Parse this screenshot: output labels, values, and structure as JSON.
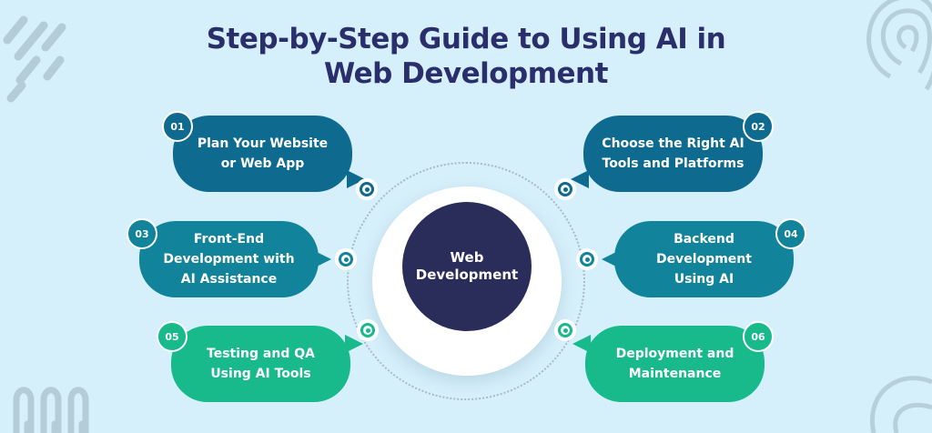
{
  "title": {
    "line1": "Step-by-Step Guide to Using AI in",
    "line2": "Web Development"
  },
  "center": {
    "label": "Web Development"
  },
  "colors": {
    "background": "#d6f0fb",
    "title": "#2a2e6b",
    "center": "#2a2d5a",
    "step_dark": "#0e6a8e",
    "step_mid": "#11839a",
    "step_green": "#18b98a"
  },
  "steps": [
    {
      "number": "01",
      "label": "Plan Your Website\nor Web App"
    },
    {
      "number": "02",
      "label": "Choose the Right AI\nTools and Platforms"
    },
    {
      "number": "03",
      "label": "Front-End\nDevelopment with\nAI Assistance"
    },
    {
      "number": "04",
      "label": "Backend\nDevelopment\nUsing AI"
    },
    {
      "number": "05",
      "label": "Testing and QA\nUsing AI Tools"
    },
    {
      "number": "06",
      "label": "Deployment and\nMaintenance"
    }
  ]
}
